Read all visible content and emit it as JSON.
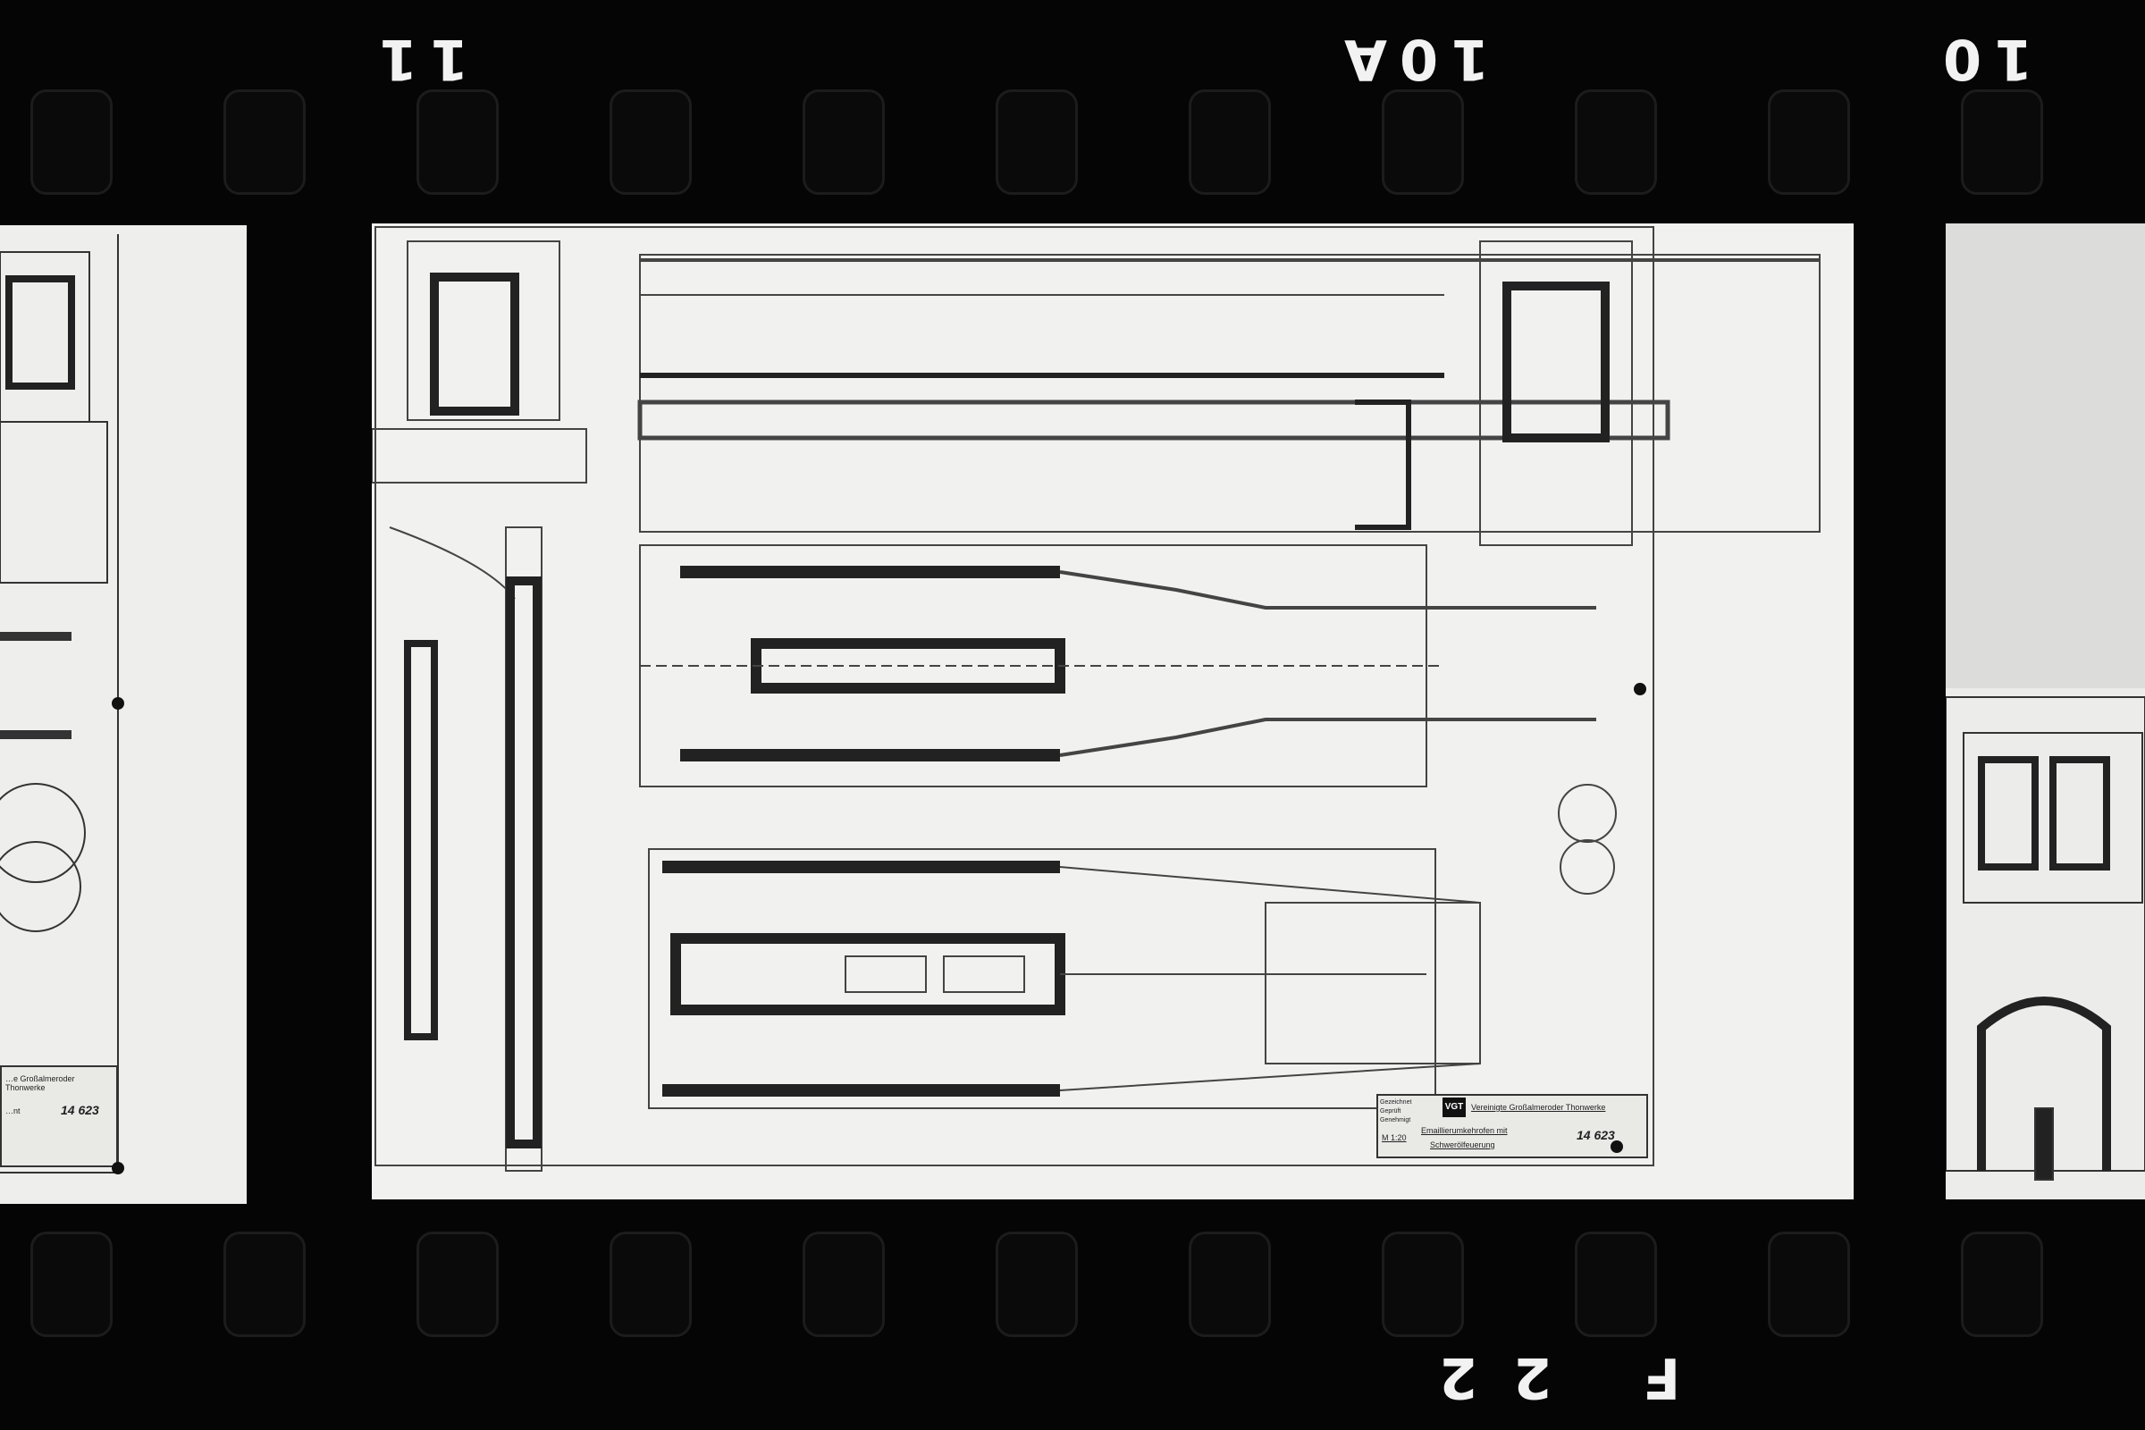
{
  "film_edge": {
    "top_labels": [
      "11",
      "10A",
      "10"
    ],
    "bottom_label": "F 22"
  },
  "title_block": {
    "company": "Vereinigte Großalmeroder Thonwerke",
    "logo_text": "VGT",
    "row_labels": [
      "Gezeichnet",
      "Geprüft",
      "Genehmigt"
    ],
    "scale": "M 1:20",
    "title_line1": "Emaillierumkehrofen mit",
    "title_line2": "Schwerölfeuerung",
    "drawing_number": "14 623"
  },
  "left_frame_title_block": {
    "company_fragment": "…e Großalmeroder Thonwerke",
    "title_fragment": "…nt",
    "drawing_number": "14 623"
  }
}
